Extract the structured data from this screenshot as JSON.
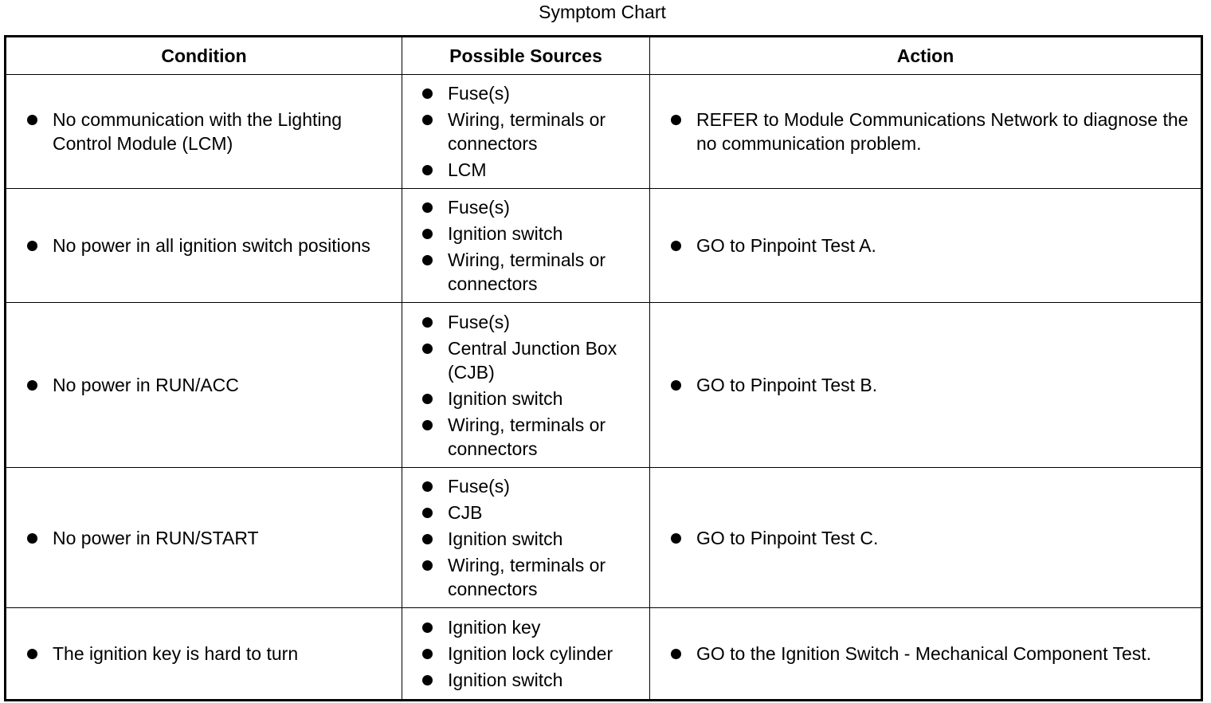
{
  "title": "Symptom Chart",
  "headers": {
    "condition": "Condition",
    "sources": "Possible Sources",
    "action": "Action"
  },
  "rows": [
    {
      "condition": "No communication with the Lighting Control Module (LCM)",
      "sources": [
        "Fuse(s)",
        "Wiring, terminals or connectors",
        "LCM"
      ],
      "action": "REFER to Module Communications Network to diagnose the no communication problem."
    },
    {
      "condition": "No power in all ignition switch positions",
      "sources": [
        "Fuse(s)",
        "Ignition switch",
        "Wiring, terminals or connectors"
      ],
      "action": "GO to Pinpoint Test A."
    },
    {
      "condition": "No power in RUN/ACC",
      "sources": [
        "Fuse(s)",
        "Central Junction Box (CJB)",
        "Ignition switch",
        "Wiring, terminals or connectors"
      ],
      "action": "GO to Pinpoint Test B."
    },
    {
      "condition": "No power in RUN/START",
      "sources": [
        "Fuse(s)",
        "CJB",
        "Ignition switch",
        "Wiring, terminals or connectors"
      ],
      "action": "GO to Pinpoint Test C."
    },
    {
      "condition": "The ignition key is hard to turn",
      "sources": [
        "Ignition key",
        "Ignition lock cylinder",
        "Ignition switch"
      ],
      "action": "GO to the Ignition Switch - Mechanical Component Test."
    }
  ]
}
